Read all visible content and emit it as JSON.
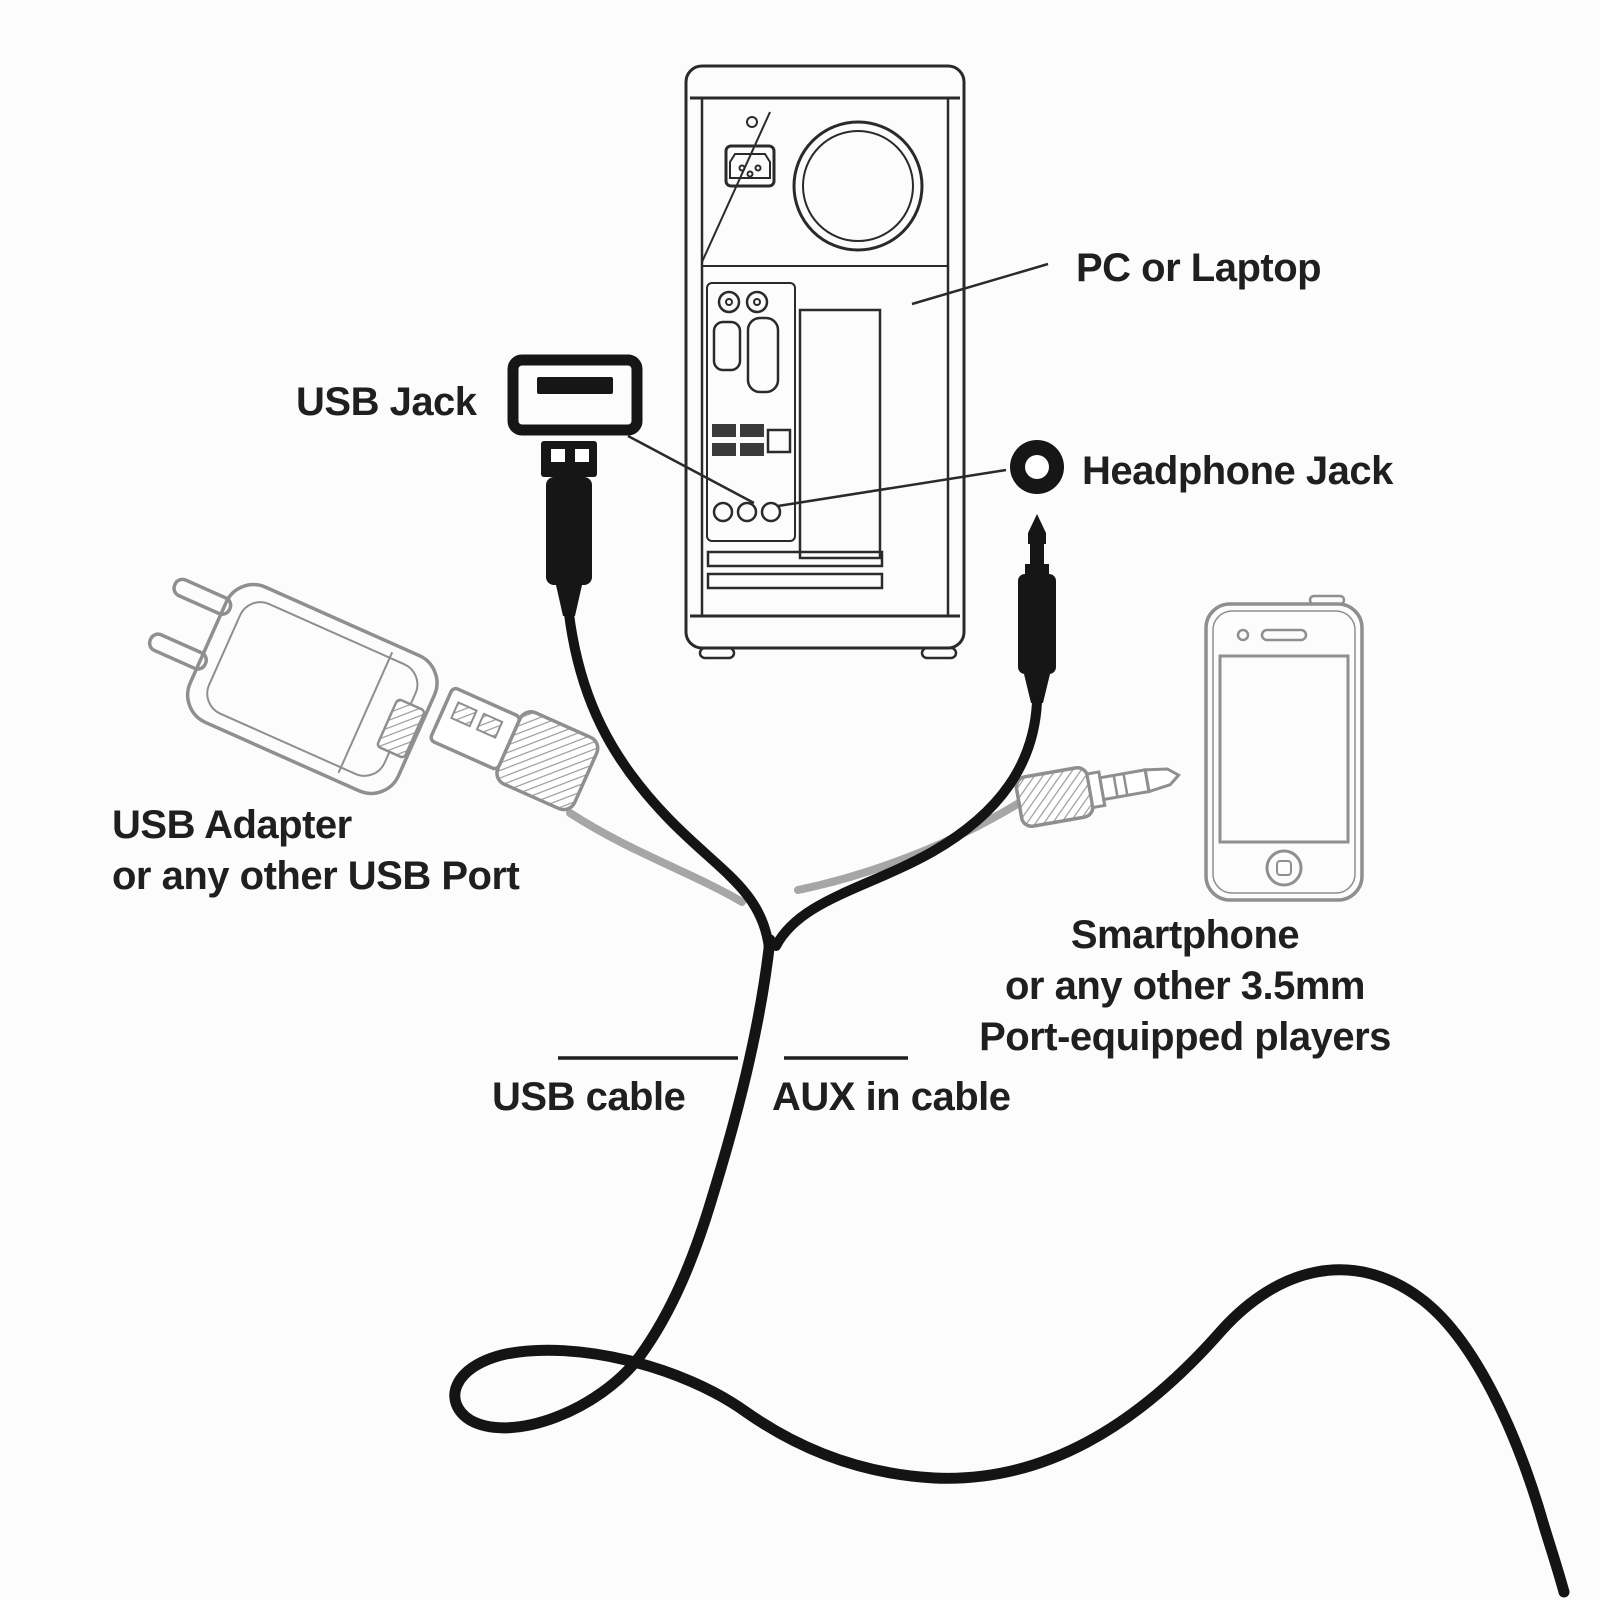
{
  "colors": {
    "ink": "#1f1f1f",
    "cable": "#141414",
    "sketch": "#8f8f8f",
    "bg": "#fcfcfc"
  },
  "labels": {
    "pc": "PC or Laptop",
    "usb_jack": "USB Jack",
    "headphone_jack": "Headphone Jack",
    "usb_adapter": {
      "line1": "USB Adapter",
      "line2": "or any other USB Port"
    },
    "smartphone": {
      "line1": "Smartphone",
      "line2": "or any other 3.5mm",
      "line3": "Port-equipped players"
    },
    "usb_cable": "USB cable",
    "aux_cable": "AUX in cable"
  }
}
